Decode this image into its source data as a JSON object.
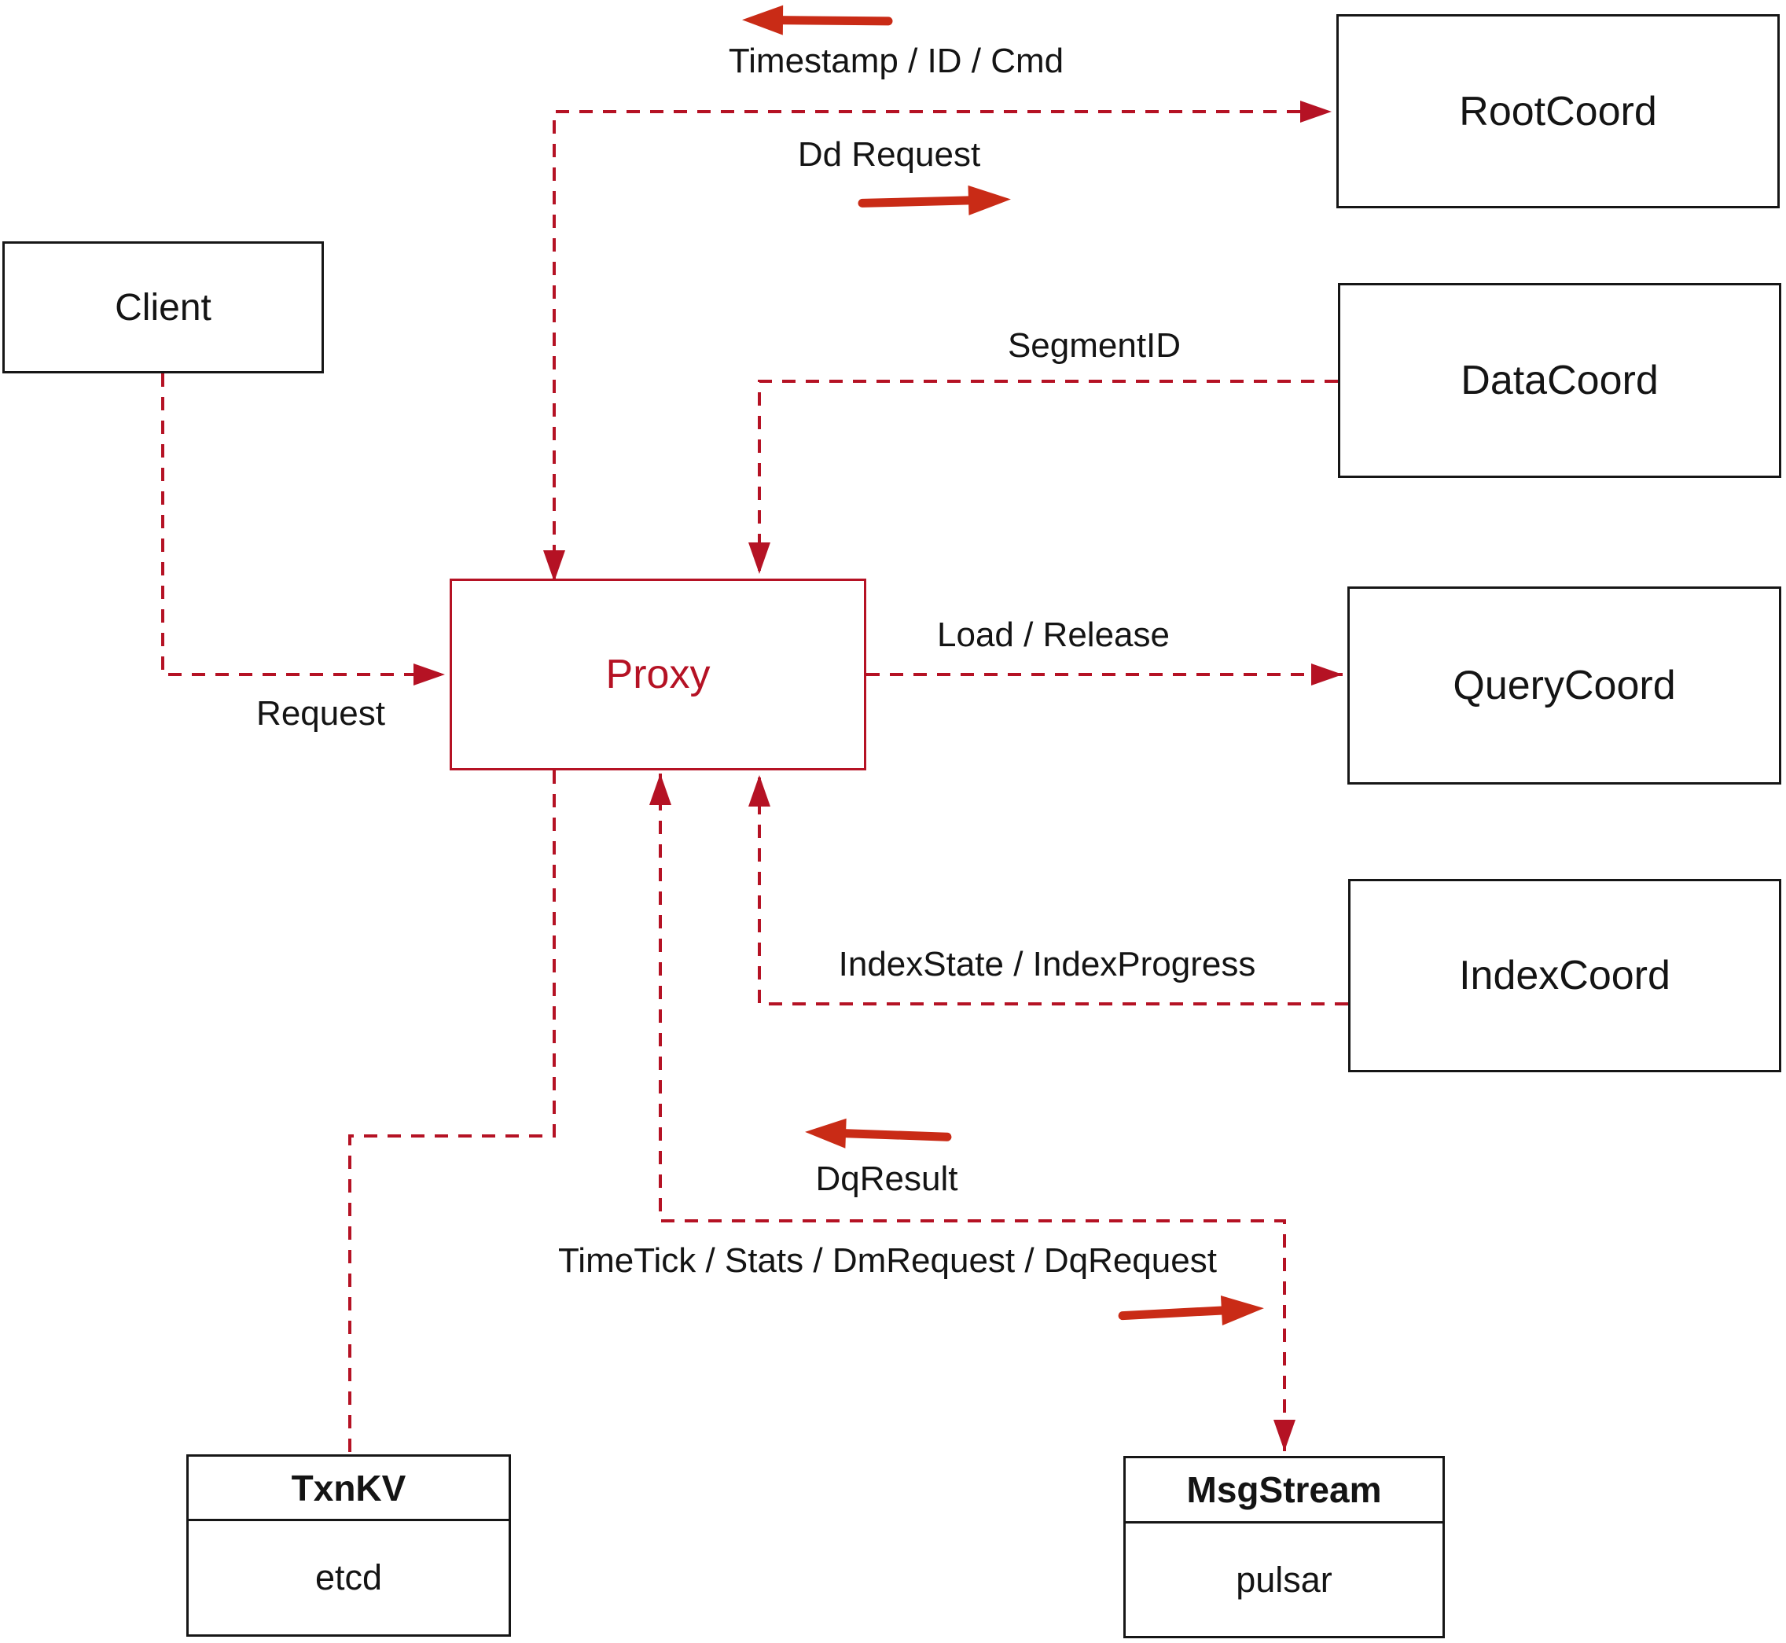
{
  "diagram": {
    "title": "",
    "nodes": {
      "client": {
        "label": "Client"
      },
      "proxy": {
        "label": "Proxy"
      },
      "root_coord": {
        "label": "RootCoord"
      },
      "data_coord": {
        "label": "DataCoord"
      },
      "query_coord": {
        "label": "QueryCoord"
      },
      "index_coord": {
        "label": "IndexCoord"
      },
      "txn_kv": {
        "title": "TxnKV",
        "impl": "etcd"
      },
      "msg_stream": {
        "title": "MsgStream",
        "impl": "pulsar"
      }
    },
    "edge_labels": {
      "request": "Request",
      "timestamp_id_cmd": "Timestamp / ID / Cmd",
      "dd_request": "Dd Request",
      "segment_id": "SegmentID",
      "load_release": "Load / Release",
      "index_state": "IndexState / IndexProgress",
      "dq_result": "DqResult",
      "time_tick": "TimeTick / Stats / DmRequest / DqRequest"
    },
    "colors": {
      "line": "#b51224",
      "solid_arrow": "#c92b16",
      "box_border": "#161616",
      "text": "#141414"
    }
  }
}
